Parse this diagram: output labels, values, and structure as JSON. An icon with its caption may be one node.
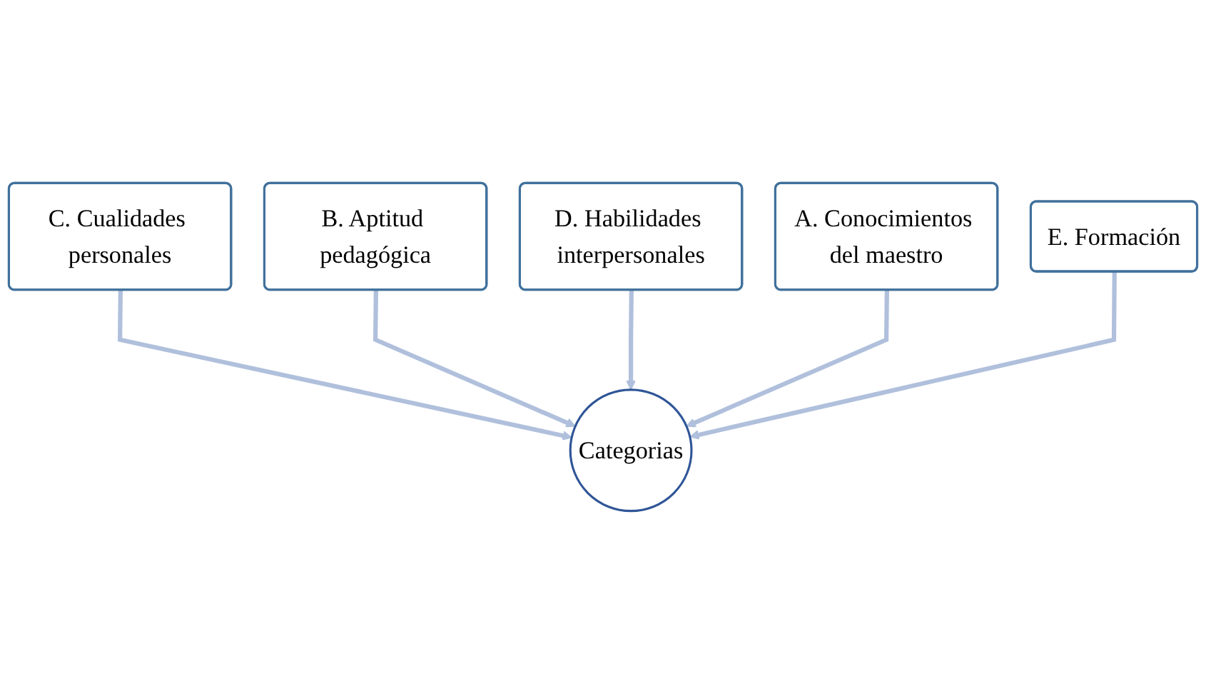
{
  "diagram": {
    "nodes": [
      {
        "text": [
          "C. Cualidades personales"
        ]
      },
      {
        "text": [
          "B. Aptitud pedagógica"
        ]
      },
      {
        "text": [
          "D. Habilidades interpersonales"
        ]
      },
      {
        "text": [
          "A. Conocimientos del maestro"
        ]
      },
      {
        "text": [
          "Categorias"
        ]
      },
      {
        "text": [
          "E. Formación"
        ]
      }
    ],
    "edges": [
      {
        "from": 0,
        "to": 4,
        "arrow": "to"
      },
      {
        "from": 1,
        "to": 4,
        "arrow": "to"
      },
      {
        "from": 2,
        "to": 4,
        "arrow": "to"
      },
      {
        "from": 3,
        "to": 4,
        "arrow": "to"
      },
      {
        "from": 5,
        "to": 4,
        "arrow": "to"
      }
    ]
  }
}
